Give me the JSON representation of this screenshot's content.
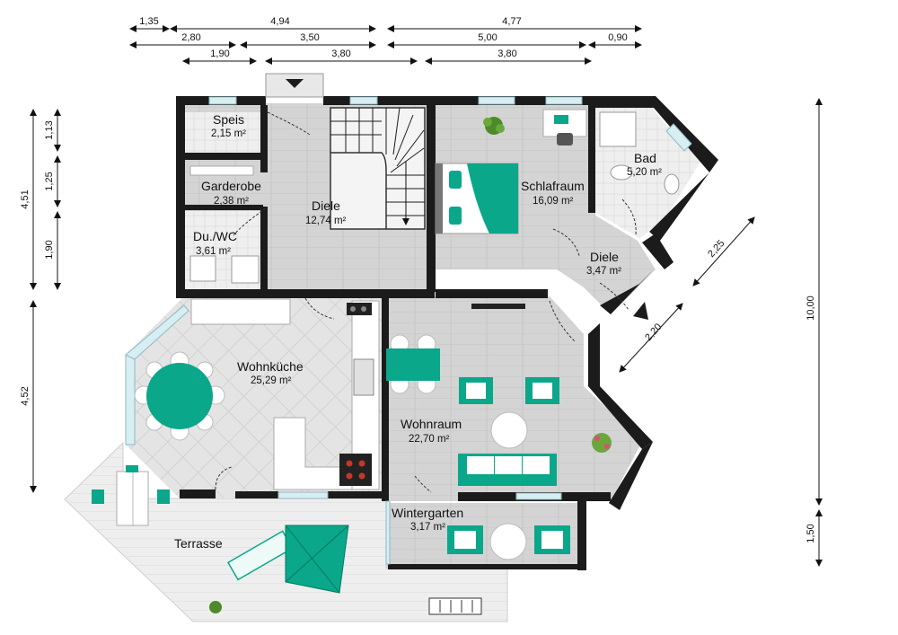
{
  "colors": {
    "wall": "#1b1b1b",
    "floor_wood": "#d6d6d6",
    "floor_tile": "#e6e6e6",
    "terrace": "#ececec",
    "accent": "#0aa78a",
    "accent_dark": "#057a64",
    "window": "#cfe9ee"
  },
  "rooms": [
    {
      "id": "speis",
      "name": "Speis",
      "area": "2,15 m²"
    },
    {
      "id": "garderobe",
      "name": "Garderobe",
      "area": "2,38 m²"
    },
    {
      "id": "du-wc",
      "name": "Du./WC",
      "area": "3,61 m²"
    },
    {
      "id": "diele-main",
      "name": "Diele",
      "area": "12,74 m²"
    },
    {
      "id": "schlafraum",
      "name": "Schlafraum",
      "area": "16,09 m²"
    },
    {
      "id": "bad",
      "name": "Bad",
      "area": "5,20 m²"
    },
    {
      "id": "diele-small",
      "name": "Diele",
      "area": "3,47 m²"
    },
    {
      "id": "wohnkueche",
      "name": "Wohnküche",
      "area": "25,29 m²"
    },
    {
      "id": "wohnraum",
      "name": "Wohnraum",
      "area": "22,70 m²"
    },
    {
      "id": "wintergarten",
      "name": "Wintergarten",
      "area": "3,17 m²"
    },
    {
      "id": "terrasse",
      "name": "Terrasse",
      "area": ""
    }
  ],
  "dimensions": {
    "top_row1": [
      "1,35",
      "4,94",
      "4,77"
    ],
    "top_row2": [
      "2,80",
      "3,50",
      "5,00",
      "0,90"
    ],
    "top_row3": [
      "1,90",
      "3,80",
      "3,80"
    ],
    "left_small": [
      "1,13",
      "1,25",
      "1,90"
    ],
    "left_large": [
      "4,51",
      "4,52"
    ],
    "right": [
      "10,00",
      "1,50"
    ],
    "diagonal": [
      "2,25",
      "2,20"
    ]
  }
}
